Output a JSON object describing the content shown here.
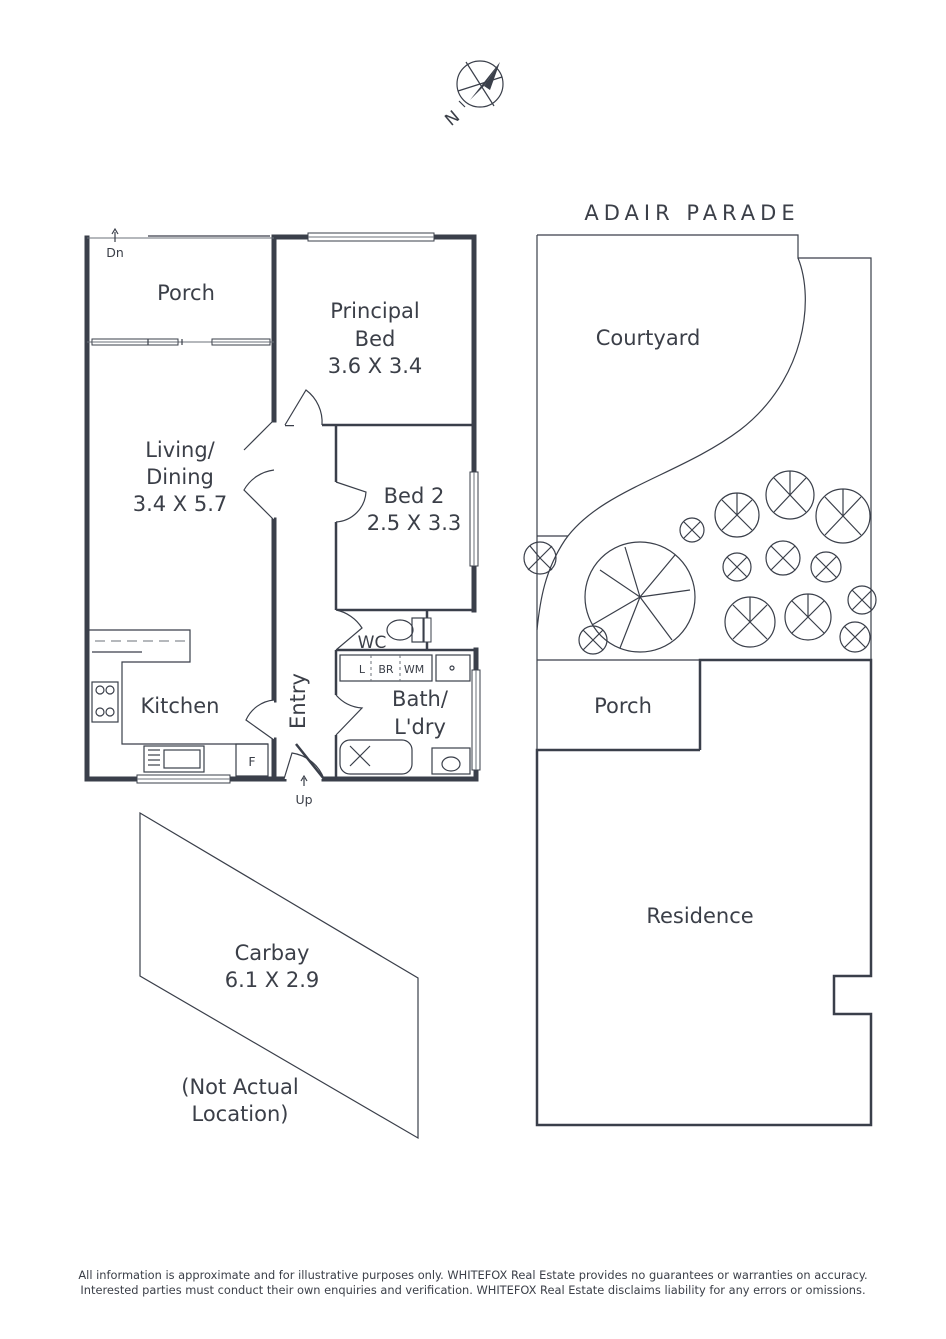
{
  "compass": {
    "north_label": "N"
  },
  "street": "ADAIR PARADE",
  "rooms": {
    "porch_front": "Porch",
    "principal_bed": {
      "line1": "Principal",
      "line2": "Bed",
      "dims": "3.6 X 3.4"
    },
    "living": {
      "line1": "Living/",
      "line2": "Dining",
      "dims": "3.4 X 5.7"
    },
    "bed2": {
      "name": "Bed 2",
      "dims": "2.5 X 3.3"
    },
    "wc": "WC",
    "entry": "Entry",
    "kitchen": "Kitchen",
    "bath": {
      "line1": "Bath/",
      "line2": "L'dry"
    },
    "fridge": "F",
    "linen": "L",
    "broom": "BR",
    "washer": "WM"
  },
  "stairs": {
    "down": "Dn",
    "up": "Up"
  },
  "carbay": {
    "name": "Carbay",
    "dims": "6.1 X 2.9",
    "note_line1": "(Not Actual",
    "note_line2": "Location)"
  },
  "site": {
    "courtyard": "Courtyard",
    "porch": "Porch",
    "residence": "Residence"
  },
  "disclaimer": {
    "line1": "All information is approximate and for illustrative purposes only. WHITEFOX Real Estate provides no guarantees or warranties on accuracy.",
    "line2": "Interested parties must conduct their own enquiries and verification. WHITEFOX Real Estate disclaims liability for any errors or omissions."
  },
  "colors": {
    "wall": "#3a3f4a",
    "text": "#3b3f48",
    "background": "#ffffff"
  }
}
